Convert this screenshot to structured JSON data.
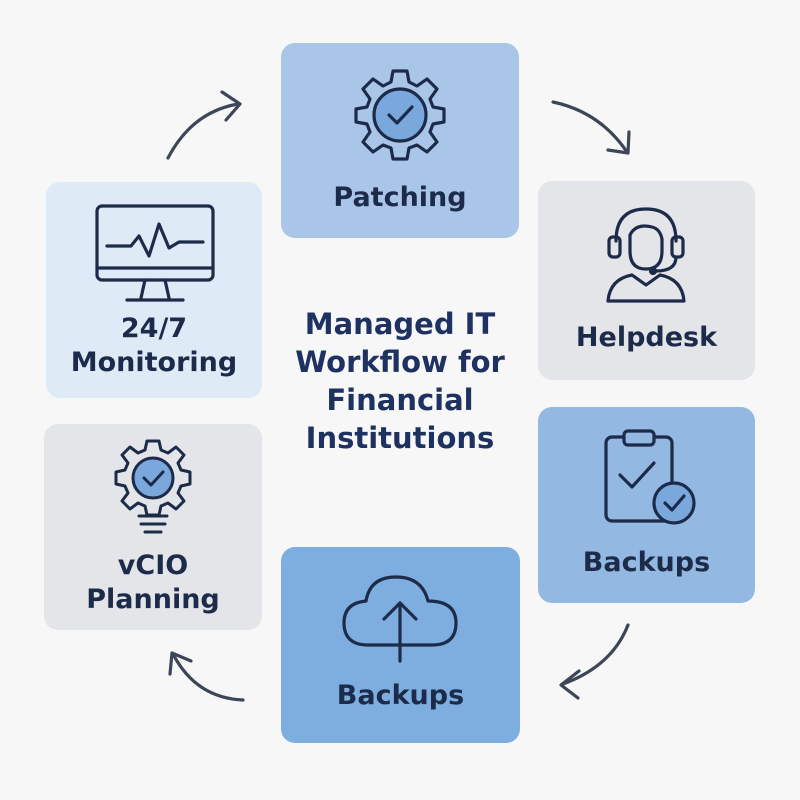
{
  "title": "Managed IT\nWorkflow for\nFinancial\nInstitutions",
  "colors": {
    "background": "#f7f7f8",
    "card_blue_mid": "#a9c6e8",
    "card_blue_light": "#dfeaf7",
    "card_gray": "#e3e5e9",
    "card_blue_strong": "#7eaedf",
    "card_blue_soft": "#93b9e3",
    "icon_stroke": "#1d2b4a",
    "icon_fill_accent": "#7aa8dc",
    "arrow": "#3c4656"
  },
  "cards": [
    {
      "name": "patching",
      "label": "Patching",
      "icon": "gear-check-icon"
    },
    {
      "name": "helpdesk",
      "label": "Helpdesk",
      "icon": "headset-agent-icon"
    },
    {
      "name": "backups-clipboard",
      "label": "Backups",
      "icon": "clipboard-check-icon"
    },
    {
      "name": "backups-cloud",
      "label": "Backups",
      "icon": "cloud-upload-icon"
    },
    {
      "name": "vcio-planning",
      "label": "vCIO\nPlanning",
      "icon": "lightbulb-gear-icon"
    },
    {
      "name": "monitoring",
      "label": "24/7\nMonitoring",
      "icon": "monitor-pulse-icon"
    }
  ]
}
